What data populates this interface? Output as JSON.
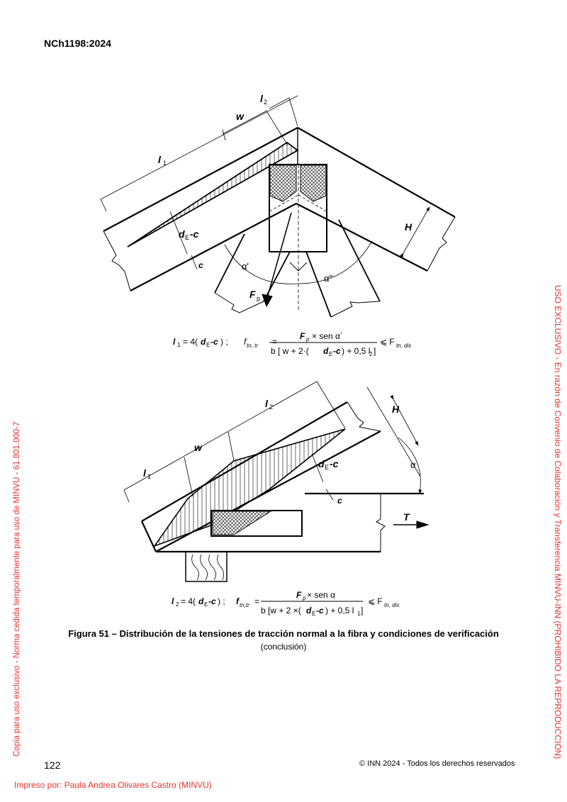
{
  "header": {
    "standard_code": "NCh1198:2024"
  },
  "figure_top": {
    "labels": {
      "w": "w",
      "l": "l",
      "sub1": "1",
      "sub2": "2",
      "H": "H",
      "d": "d",
      "subE": "E",
      "minus_c": "-c",
      "c": "c",
      "alpha_prime": "α'",
      "alpha_dprime": "α\"",
      "F": "F",
      "subp": "p"
    },
    "formula_left": "l1 = 4(dE-c)  ;",
    "formula_right": "ftn, tr = Fp × sen α´ / b [ w + 2·(dE-c) + 0,5 l2] ⩽ Ftn, dis",
    "formula_parts": {
      "l1_eq": "= 4(",
      "dE": "d",
      "close": ")  ;",
      "f": "f",
      "f_sub": "tn, tr",
      "eq": "=",
      "num": "× sen α´",
      "den_pre": "b [ w + 2·(",
      "den_post": ") + 0,5 l",
      "den_close": "]",
      "le": "⩽ F",
      "le_sub": "tn, dis"
    }
  },
  "figure_bottom": {
    "labels": {
      "w": "w",
      "l": "l",
      "sub1": "1",
      "sub2": "2",
      "H": "H",
      "d": "d",
      "subE": "E",
      "minus_c": "-c",
      "c": "c",
      "alpha": "α",
      "T": "T"
    },
    "formula_parts": {
      "l2_eq": "= 4(",
      "close": ") ;",
      "f_sub": "tn,tr",
      "num": "× sen α",
      "den_pre": "b [w + 2 ×(",
      "den_post": ") + 0,5 l",
      "le_sub": "tn, dis"
    }
  },
  "caption": {
    "title": "Figura 51 – Distribución de la tensiones de tracción normal a la fibra y condiciones de verificación",
    "subtitle": "(conclusión)"
  },
  "footer": {
    "page_number": "122",
    "copyright": "© INN 2024 - Todos los derechos reservados",
    "printed_by": "Impreso por: Paula Andrea Olivares Castro (MINVU)"
  },
  "watermarks": {
    "left": "Copia para uso exclusivo - Norma cedida temporalmente para uso de MINVU - 61.801.000-7",
    "right": "USO EXCLUSIVO - En razón de Convenio de Colaboración y Transferencia MINVU-INN (PROHIBIDO LA REPRODUCCIÓN)"
  },
  "colors": {
    "watermark": "#e8312f",
    "ink": "#000000"
  }
}
